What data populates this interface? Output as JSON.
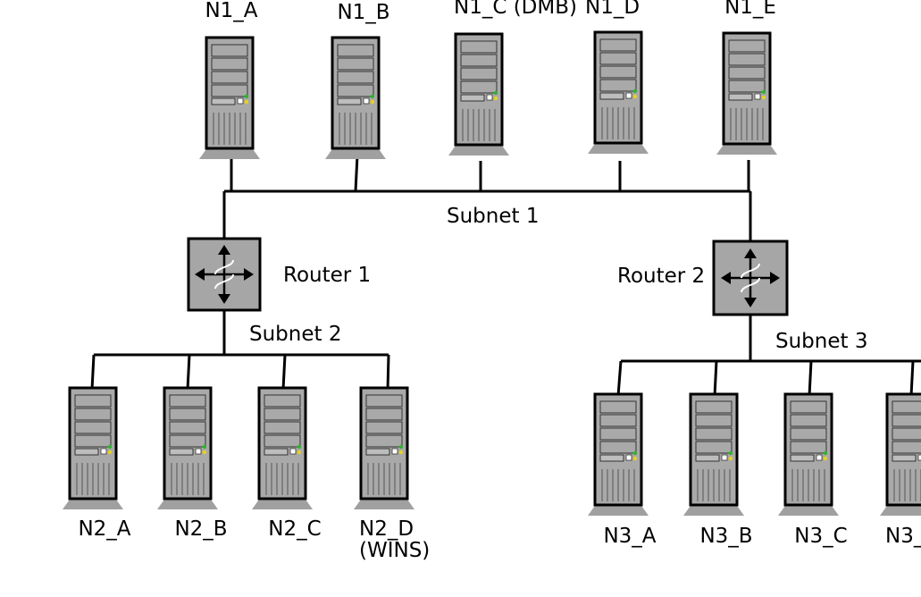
{
  "subnet1": {
    "label": "Subnet 1",
    "servers": [
      {
        "label": "N1_A"
      },
      {
        "label": "N1_B"
      },
      {
        "label": "N1_C (DMB)"
      },
      {
        "label": "N1_D"
      },
      {
        "label": "N1_E"
      }
    ]
  },
  "router1": {
    "label": "Router 1"
  },
  "router2": {
    "label": "Router 2"
  },
  "subnet2": {
    "label": "Subnet 2",
    "servers": [
      {
        "label": "N2_A"
      },
      {
        "label": "N2_B"
      },
      {
        "label": "N2_C"
      },
      {
        "label": "N2_D\n(WINS)"
      }
    ]
  },
  "subnet3": {
    "label": "Subnet 3",
    "servers": [
      {
        "label": "N3_A"
      },
      {
        "label": "N3_B"
      },
      {
        "label": "N3_C"
      },
      {
        "label": "N3_"
      }
    ]
  },
  "colors": {
    "tower": "#a9a9a9",
    "tower_dark": "#8e8e8e",
    "stand": "#a0a0a0",
    "router": "#a6a6a6",
    "led_green": "#2db52d",
    "led_yellow": "#e6d21e"
  },
  "icons": {
    "server": "server-tower-icon",
    "router": "router-arrows-icon"
  }
}
